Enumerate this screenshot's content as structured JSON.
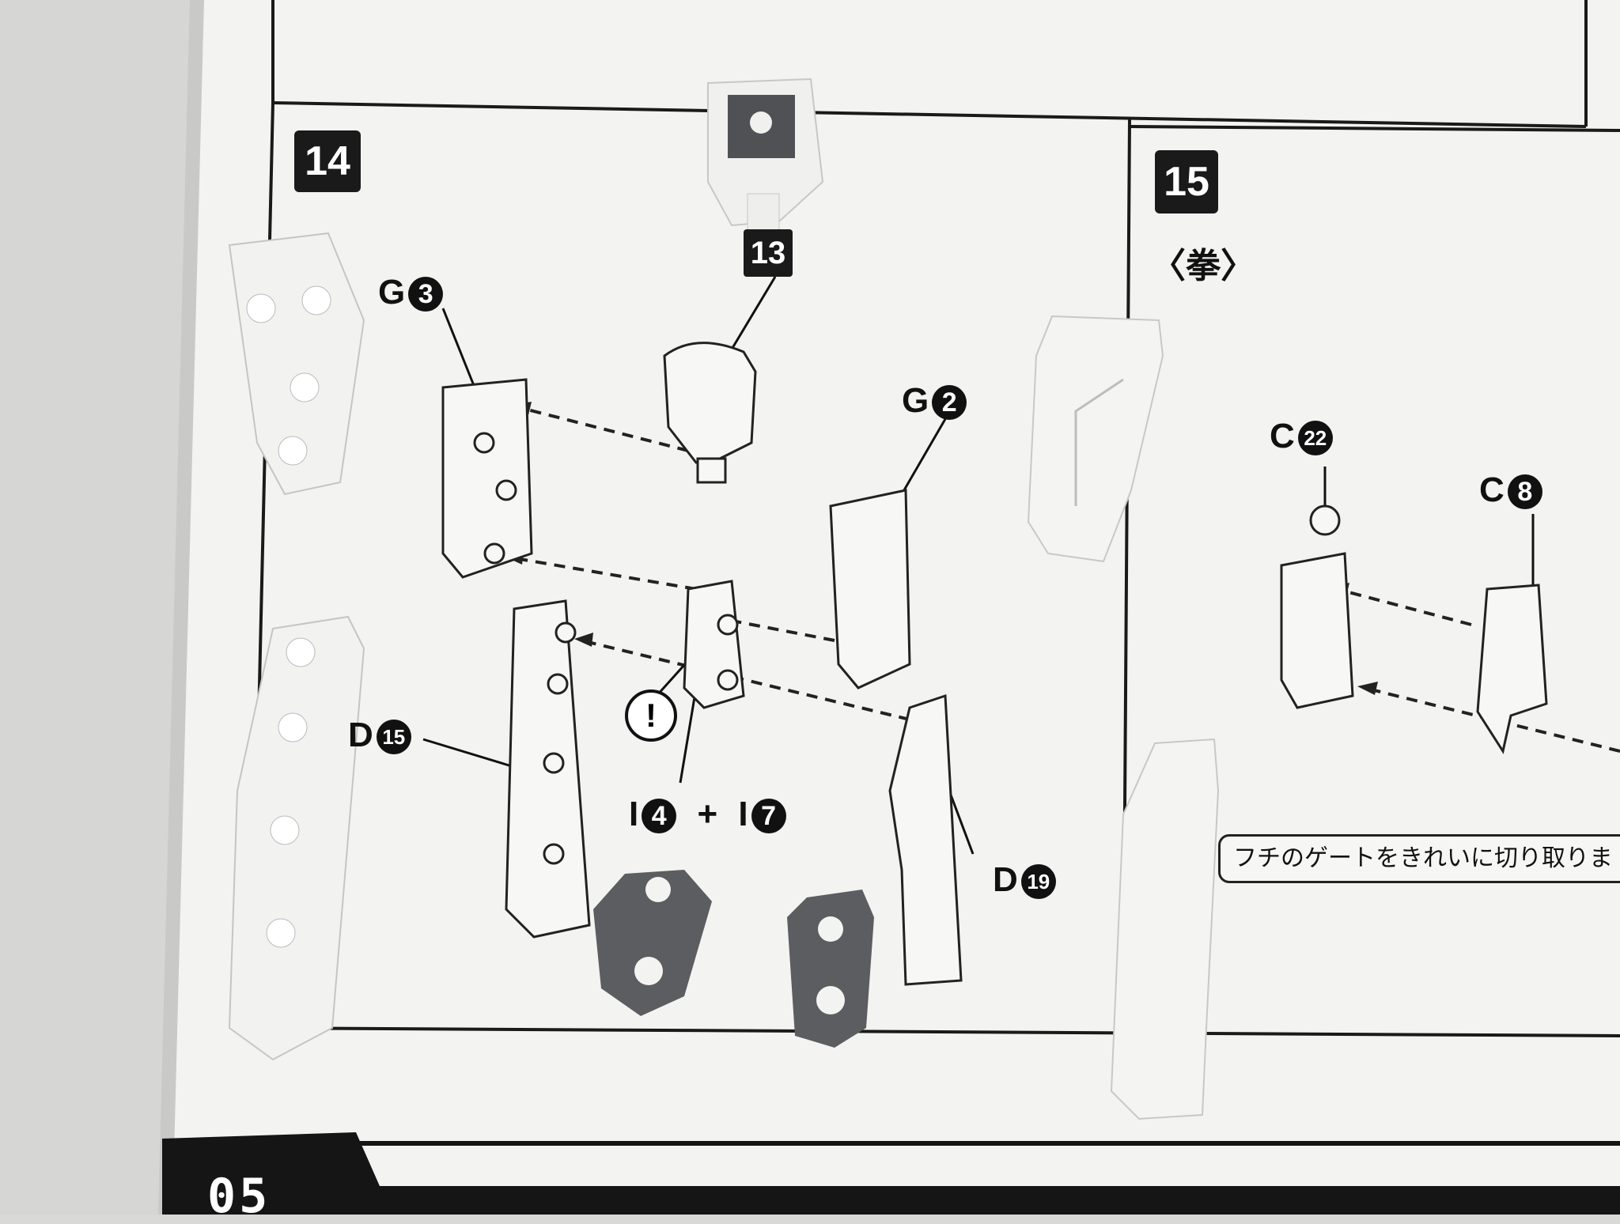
{
  "steps": [
    {
      "number": "14"
    },
    {
      "number": "15",
      "subtitle": "〈拳〉"
    }
  ],
  "callouts": {
    "g3": {
      "letter": "G",
      "num": "3"
    },
    "g2": {
      "letter": "G",
      "num": "2"
    },
    "d15": {
      "letter": "D",
      "num": "15"
    },
    "d19": {
      "letter": "D",
      "num": "19"
    },
    "c22": {
      "letter": "C",
      "num": "22"
    },
    "c8": {
      "letter": "C",
      "num": "8"
    },
    "i4": {
      "letter": "I",
      "num": "4"
    },
    "i7": {
      "letter": "I",
      "num": "7"
    },
    "part13": {
      "num": "13"
    },
    "plus": "+",
    "warning": "!"
  },
  "note": "フチのゲートをきれいに切り取りま",
  "page_number": "05",
  "colors": {
    "paper": "#f4f4f2",
    "ink": "#111111",
    "white_plastic": "#f2f2f0",
    "gray_plastic": "#5b5d61"
  }
}
